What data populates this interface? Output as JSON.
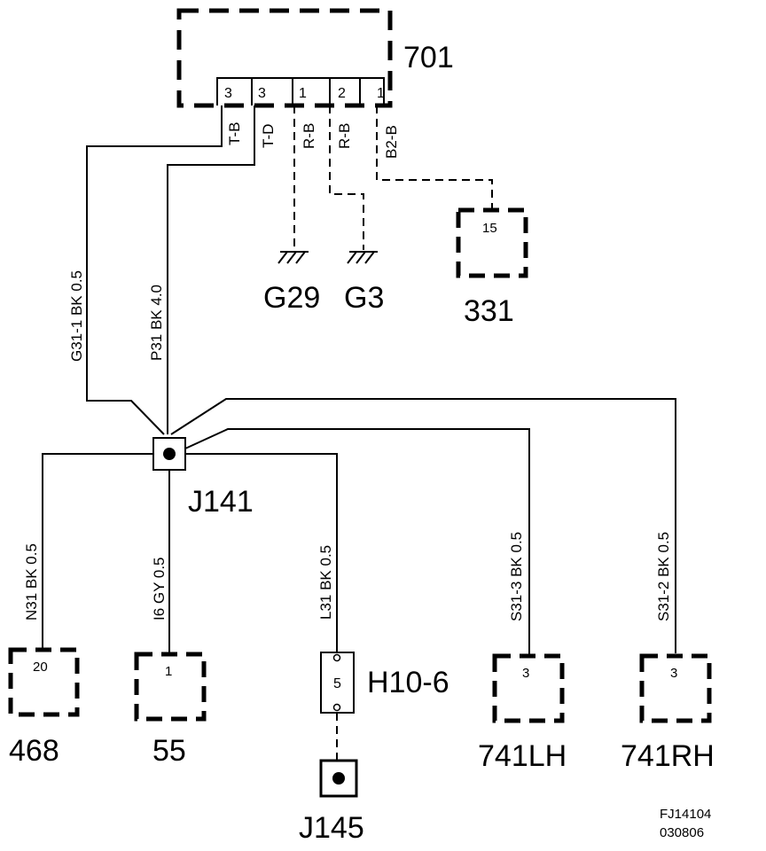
{
  "components": {
    "c701": {
      "label": "701",
      "pins": [
        "3",
        "3",
        "1",
        "2",
        "1"
      ]
    },
    "g29": {
      "label": "G29"
    },
    "g3": {
      "label": "G3"
    },
    "c331": {
      "label": "331",
      "pin": "15"
    },
    "j141": {
      "label": "J141"
    },
    "c468": {
      "label": "468",
      "pin": "20"
    },
    "c55": {
      "label": "55",
      "pin": "1"
    },
    "h10_6": {
      "label": "H10-6",
      "pin": "5"
    },
    "j145": {
      "label": "J145"
    },
    "c741lh": {
      "label": "741LH",
      "pin": "3"
    },
    "c741rh": {
      "label": "741RH",
      "pin": "3"
    }
  },
  "wires": {
    "tb": "T-B",
    "td": "T-D",
    "rb1": "R-B",
    "rb2": "R-B",
    "b2b": "B2-B",
    "g31_1": "G31-1 BK  0.5",
    "p31": "P31  BK  4.0",
    "n31": "N31 BK  0.5",
    "i6": "I6  GY  0.5",
    "l31": "L31 BK  0.5",
    "s31_3": "S31-3  BK  0.5",
    "s31_2": "S31-2  BK  0.5"
  },
  "footer": {
    "code": "FJ14104",
    "date": "030806"
  }
}
